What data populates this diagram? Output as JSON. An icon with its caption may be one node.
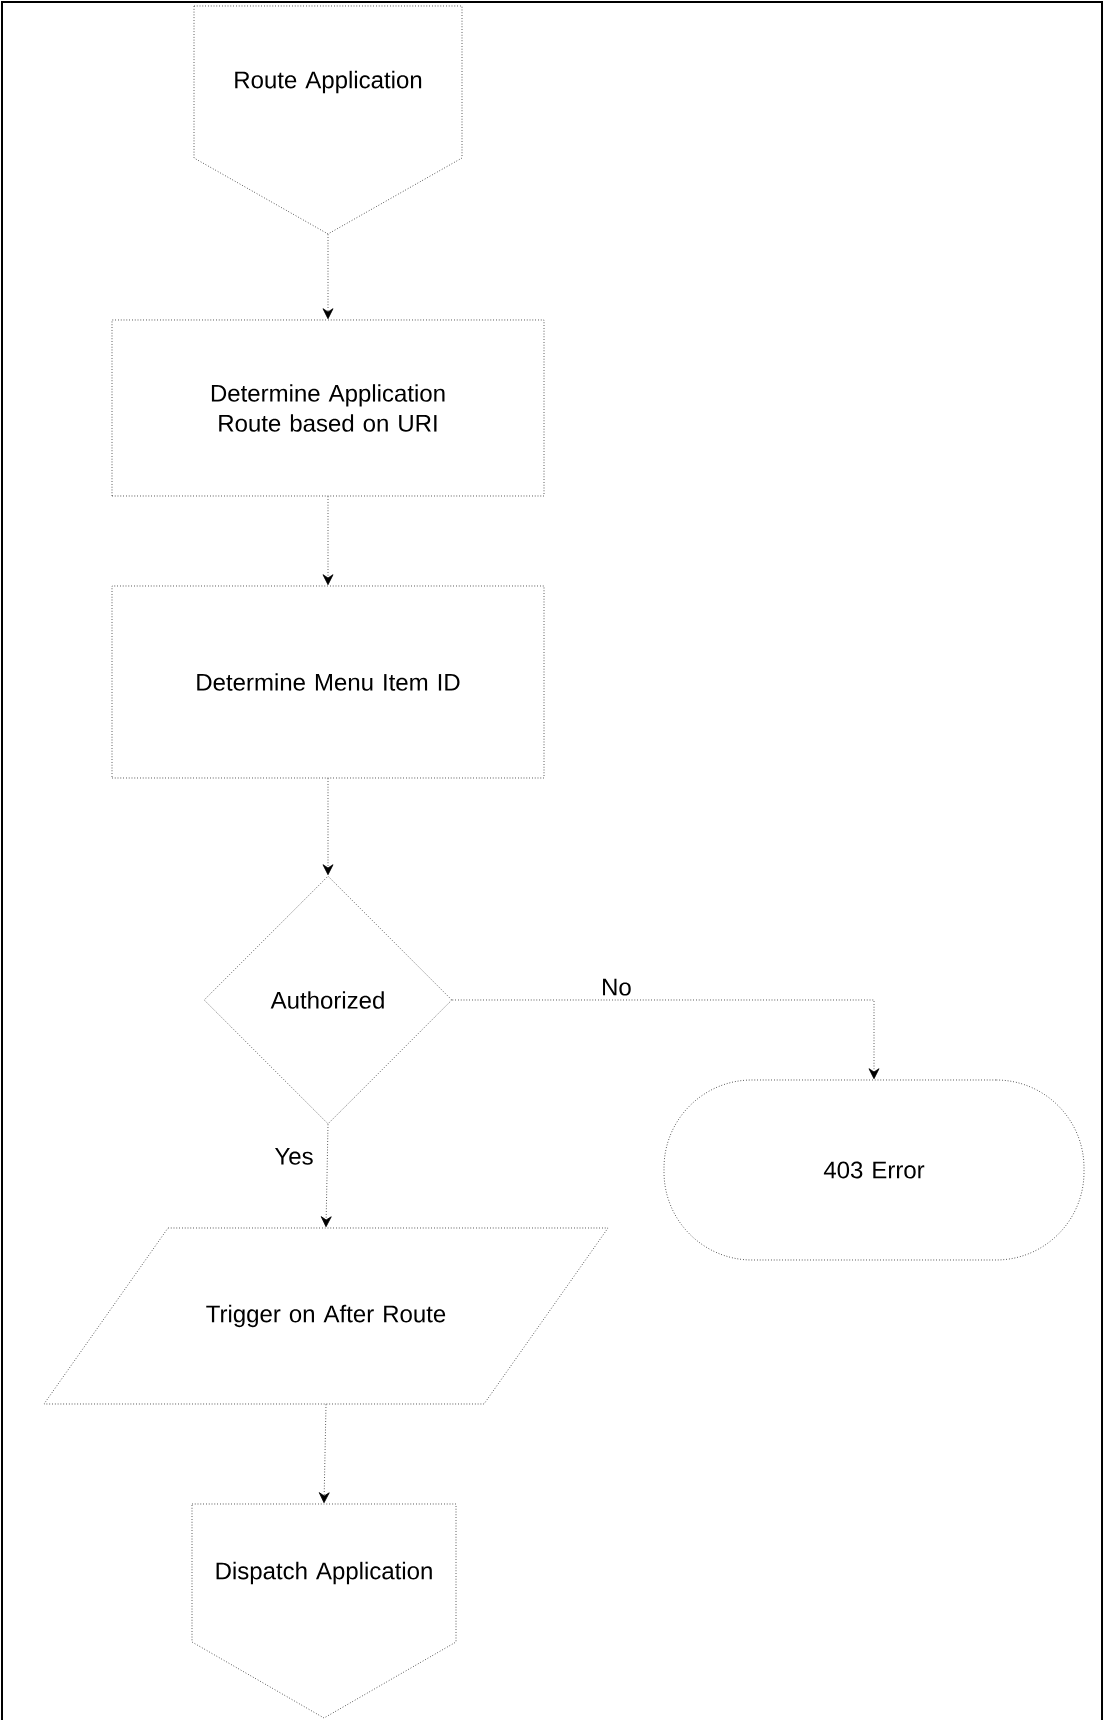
{
  "diagram": {
    "nodes": [
      {
        "text": [
          "Route Application"
        ]
      },
      {
        "text": [
          "Determine Application Route based on URI"
        ]
      },
      {
        "text": [
          "Determine Menu Item ID"
        ]
      },
      {
        "text": [
          "Authorized"
        ]
      },
      {
        "text": [
          "403 Error"
        ]
      },
      {
        "text": [
          "Trigger on After Route"
        ]
      },
      {
        "text": [
          "Dispatch Application"
        ]
      }
    ],
    "edges": [
      {
        "from": 0,
        "to": 1,
        "arrow": "to",
        "style": "dashed"
      },
      {
        "from": 1,
        "to": 2,
        "arrow": "to",
        "style": "dashed"
      },
      {
        "from": 2,
        "to": 3,
        "arrow": "to",
        "style": "dashed"
      },
      {
        "from": 3,
        "to": 4,
        "arrow": "to",
        "label": "No",
        "style": "dashed"
      },
      {
        "from": 3,
        "to": 5,
        "arrow": "to",
        "label": "Yes",
        "style": "dashed"
      },
      {
        "from": 5,
        "to": 6,
        "arrow": "to",
        "style": "dashed"
      }
    ]
  }
}
